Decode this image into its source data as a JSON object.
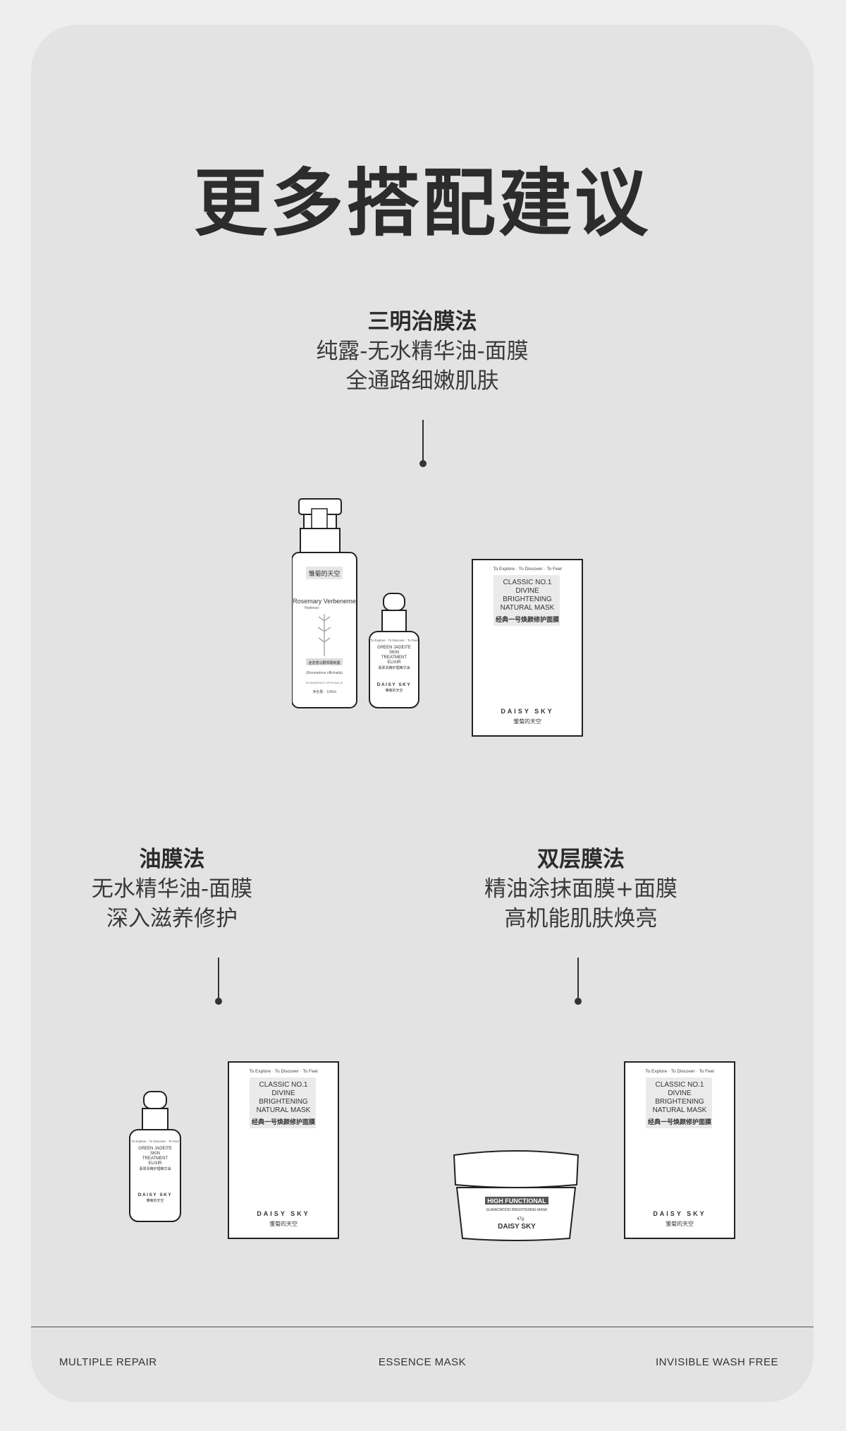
{
  "page": {
    "title": "更多搭配建议"
  },
  "methods": [
    {
      "title": "三明治膜法",
      "line1": "纯露-无水精华油-面膜",
      "line2": "全通路细嫩肌肤"
    },
    {
      "title": "油膜法",
      "line1": "无水精华油-面膜",
      "line2": "深入滋养修护"
    },
    {
      "title": "双层膜法",
      "line1": "精油涂抹面膜+面膜",
      "line2": "高机能肌肤焕亮"
    }
  ],
  "products": {
    "spray": {
      "brand_cn": "雏菊的天空",
      "name": "Rosemary Verbeneme",
      "sub": "Hydrosol",
      "cn_name": "迷迭香马鞭草酮纯露",
      "latin": "(Rosmarinus officinalis)",
      "note1": "ROSMARINUS OFFICINALIS",
      "volume": "净含量：100ml"
    },
    "dropper": {
      "tagline": "To Explore · To Discover · To Feel",
      "name_l1": "GREEN JADEITE",
      "name_l2": "SKIN",
      "name_l3": "TREATMENT",
      "name_l4": "ELIXIR",
      "cn_name": "翡翠青精护理精华油",
      "brand": "DAISY SKY",
      "brand_cn": "雏菊的天空"
    },
    "mask": {
      "tagline": "To Explore · To Discover · To Feel",
      "name_l1": "CLASSIC NO.1",
      "name_l2": "DIVINE",
      "name_l3": "BRIGHTENING",
      "name_l4": "NATURAL MASK",
      "cn_name": "经典一号焕颜修护面膜",
      "brand": "DAISY SKY",
      "brand_cn": "雏菊的天空"
    },
    "jar": {
      "badge": "HIGH FUNCTIONAL",
      "name": "GUAIACWOOD BRIGHTENING MASK",
      "volume": "47g",
      "brand": "DAISY SKY"
    }
  },
  "footer": {
    "left": "MULTIPLE REPAIR",
    "center": "ESSENCE MASK",
    "right": "INVISIBLE WASH FREE"
  },
  "colors": {
    "background": "#e2e3e2",
    "text": "#2c2c2c",
    "line": "#333333"
  }
}
